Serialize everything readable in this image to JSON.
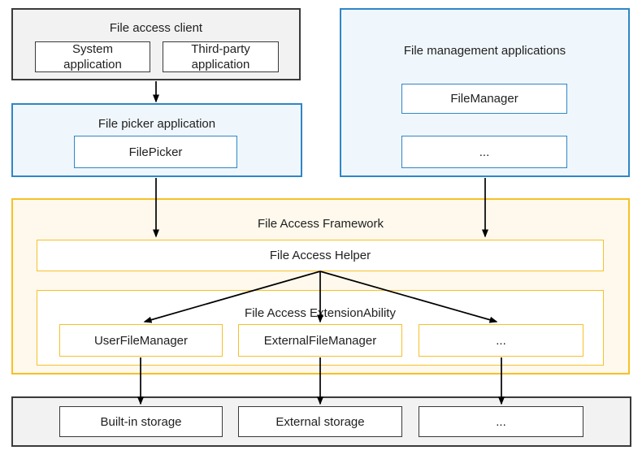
{
  "colors": {
    "text": "#1f1f1f",
    "arrow": "#000000",
    "gray_border": "#3a3a3a",
    "gray_fill": "#f2f2f2",
    "blue_border": "#2e86c6",
    "blue_fill": "#f0f7fc",
    "yellow_border": "#f7c028",
    "yellow_fill": "#fef9ec",
    "node_fill": "#ffffff"
  },
  "groups": {
    "file_access_client": {
      "title": "File access client",
      "children": [
        {
          "label": "System application"
        },
        {
          "label": "Third-party application"
        }
      ]
    },
    "file_picker_application": {
      "title": "File picker application",
      "children": [
        {
          "label": "FilePicker"
        }
      ]
    },
    "file_management_applications": {
      "title": "File management applications",
      "children": [
        {
          "label": "FileManager"
        },
        {
          "label": "..."
        }
      ]
    },
    "file_access_framework": {
      "title": "File Access Framework",
      "helper": {
        "label": "File Access Helper"
      },
      "extension_ability": {
        "title": "File Access ExtensionAbility",
        "children": [
          {
            "label": "UserFileManager"
          },
          {
            "label": "ExternalFileManager"
          },
          {
            "label": "..."
          }
        ]
      }
    },
    "storage_layer": {
      "children": [
        {
          "label": "Built-in storage"
        },
        {
          "label": "External storage"
        },
        {
          "label": "..."
        }
      ]
    }
  }
}
